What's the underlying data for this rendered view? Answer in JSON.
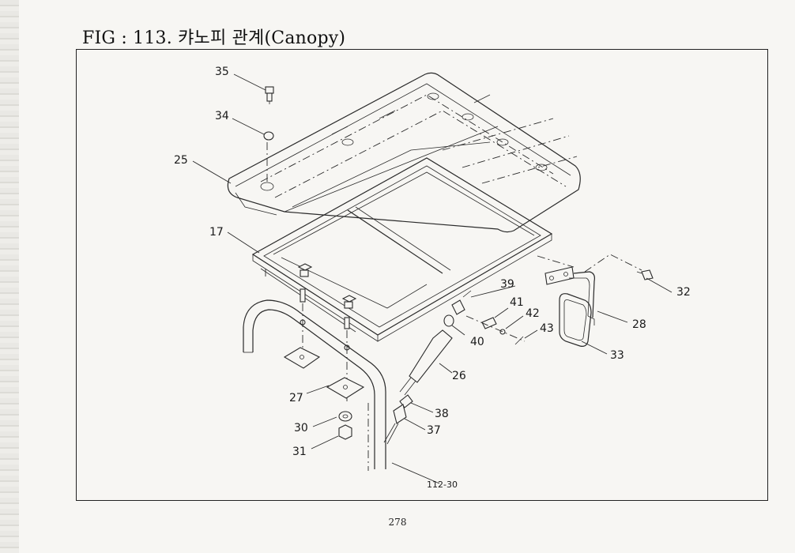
{
  "figure": {
    "title": "FIG : 113. 캬노피 관계(Canopy)",
    "page_number": "278"
  },
  "callouts": [
    {
      "id": "35",
      "label": "35"
    },
    {
      "id": "34",
      "label": "34"
    },
    {
      "id": "25",
      "label": "25"
    },
    {
      "id": "17",
      "label": "17"
    },
    {
      "id": "32",
      "label": "32"
    },
    {
      "id": "39",
      "label": "39"
    },
    {
      "id": "41",
      "label": "41"
    },
    {
      "id": "42",
      "label": "42"
    },
    {
      "id": "43",
      "label": "43"
    },
    {
      "id": "28",
      "label": "28"
    },
    {
      "id": "40",
      "label": "40"
    },
    {
      "id": "33",
      "label": "33"
    },
    {
      "id": "26",
      "label": "26"
    },
    {
      "id": "27",
      "label": "27"
    },
    {
      "id": "38",
      "label": "38"
    },
    {
      "id": "30",
      "label": "30"
    },
    {
      "id": "37",
      "label": "37"
    },
    {
      "id": "31",
      "label": "31"
    },
    {
      "id": "ref-112-30",
      "label": "112-30"
    }
  ]
}
